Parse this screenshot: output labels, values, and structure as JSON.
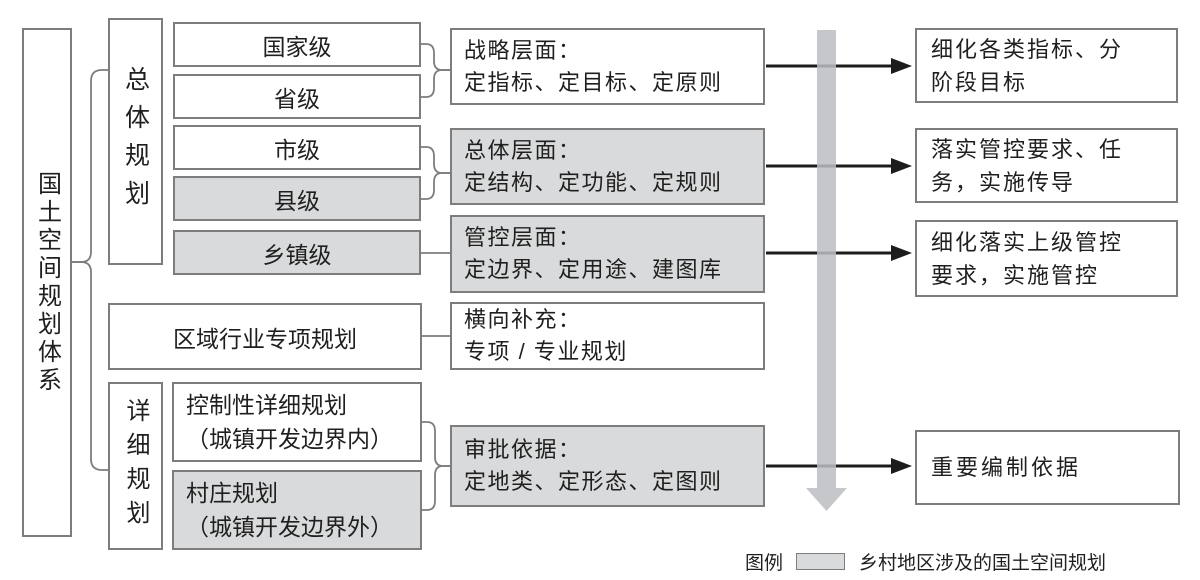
{
  "colors": {
    "rural_fill": "#d9dadb",
    "box_border": "#7d7d7d",
    "flow_arrow": "#1c1c1c",
    "timeline_arrow": "#c4c6c9",
    "text": "#1f1f1f"
  },
  "root": {
    "label": "国土空间规划体系"
  },
  "plan_groups": {
    "overall": {
      "label": "总体规划"
    },
    "regional": {
      "label": "区域行业专项规划"
    },
    "detailed": {
      "label": "详细规划"
    }
  },
  "overall_levels": [
    {
      "label": "国家级",
      "rural": false
    },
    {
      "label": "省级",
      "rural": false
    },
    {
      "label": "市级",
      "rural": false
    },
    {
      "label": "县级",
      "rural": true
    },
    {
      "label": "乡镇级",
      "rural": true
    }
  ],
  "detailed_types": [
    {
      "label": "控制性详细规划\n（城镇开发边界内）",
      "rural": false
    },
    {
      "label": "村庄规划\n（城镇开发边界外）",
      "rural": true
    }
  ],
  "layers": [
    {
      "label": "战略层面：\n定指标、定目标、定原则",
      "rural": false
    },
    {
      "label": "总体层面：\n定结构、定功能、定规则",
      "rural": true
    },
    {
      "label": "管控层面：\n定边界、定用途、建图库",
      "rural": true
    },
    {
      "label": "横向补充：\n专项 / 专业规划",
      "rural": false
    },
    {
      "label": "审批依据：\n定地类、定形态、定图则",
      "rural": true
    }
  ],
  "outcomes": [
    {
      "label": "细化各类指标、分\n阶段目标"
    },
    {
      "label": "落实管控要求、任\n务，实施传导"
    },
    {
      "label": "细化落实上级管控\n要求，实施管控"
    },
    {
      "label": "重要编制依据"
    }
  ],
  "legend": {
    "title": "图例",
    "item_label": "乡村地区涉及的国土空间规划"
  }
}
